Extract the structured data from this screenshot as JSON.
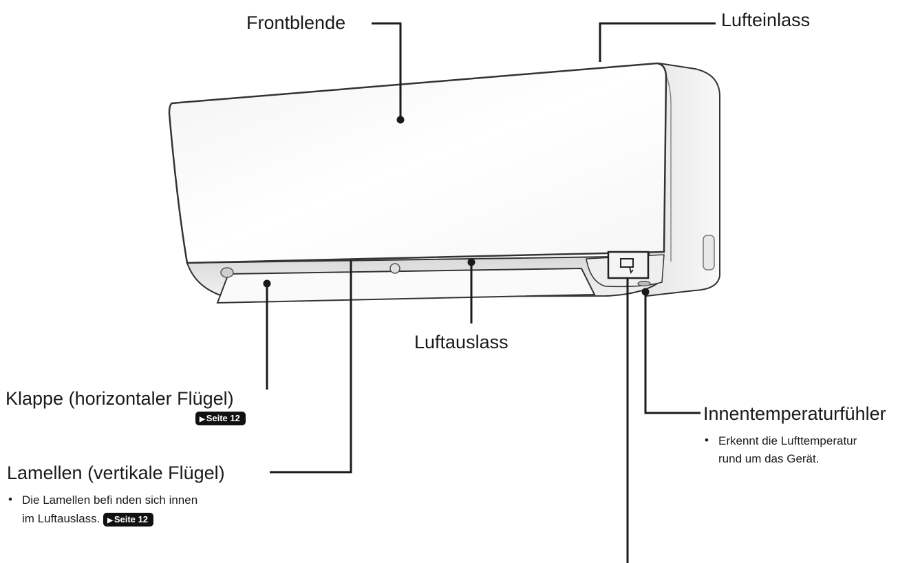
{
  "labels": {
    "frontblende": "Frontblende",
    "lufteinlass": "Lufteinlass",
    "luftauslass": "Luftauslass",
    "klappe": "Klappe (horizontaler Flügel)",
    "lamellen": "Lamellen (vertikale Flügel)",
    "innentemperaturfuehler": "Innentemperaturfühler"
  },
  "notes": {
    "lamellen_line1": "Die Lamellen befi nden sich innen",
    "lamellen_line2": "im Luftauslass.",
    "fuehler_line1": "Erkennt die Lufttemperatur",
    "fuehler_line2": "rund um das Gerät."
  },
  "badges": {
    "klappe_ref": "Seite 12",
    "lamellen_ref": "Seite 12"
  },
  "colors": {
    "line": "#1a1a1a",
    "unit_outline": "#333333",
    "badge_bg": "#111111"
  }
}
